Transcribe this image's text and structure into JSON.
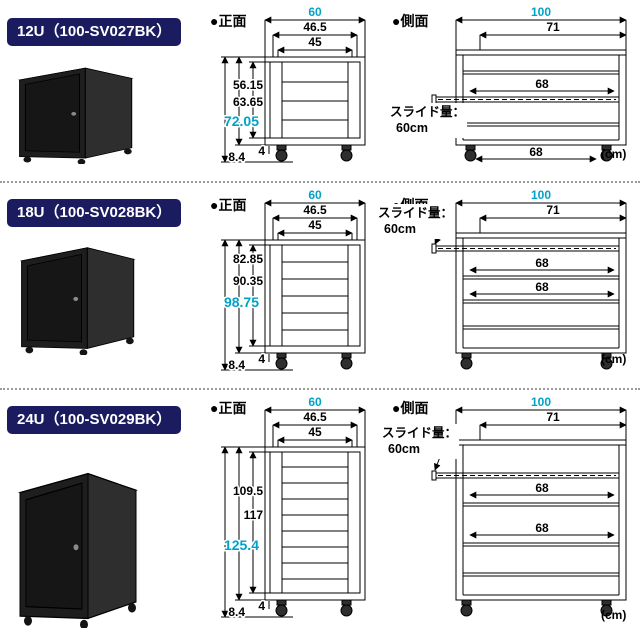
{
  "colors": {
    "badge_bg": "#1b1c60",
    "accent_cyan": "#00a2c8"
  },
  "labels": {
    "front_view": "●正面",
    "side_view": "●側面",
    "slide_label": "スライド量：",
    "slide_value": "60cm",
    "unit": "(cm)"
  },
  "sections": [
    {
      "model": "12U（100-SV027BK）",
      "front": {
        "width_total": "60",
        "width_mid": "46.5",
        "width_inner": "45",
        "height_inner": "56.15",
        "height_mid": "63.65",
        "height_total": "72.05",
        "base_height": "4",
        "caster_height": "8.4"
      },
      "side": {
        "depth_total": "100",
        "depth_top": "71",
        "shelf_depth_upper": "68",
        "shelf_depth_lower": "68"
      }
    },
    {
      "model": "18U（100-SV028BK）",
      "front": {
        "width_total": "60",
        "width_mid": "46.5",
        "width_inner": "45",
        "height_inner": "82.85",
        "height_mid": "90.35",
        "height_total": "98.75",
        "base_height": "4",
        "caster_height": "8.4"
      },
      "side": {
        "depth_total": "100",
        "depth_top": "71",
        "shelf_depth_upper": "68",
        "shelf_depth_lower": "68"
      }
    },
    {
      "model": "24U（100-SV029BK）",
      "front": {
        "width_total": "60",
        "width_mid": "46.5",
        "width_inner": "45",
        "height_inner": "109.5",
        "height_mid": "117",
        "height_total": "125.4",
        "base_height": "4",
        "caster_height": "8.4"
      },
      "side": {
        "depth_total": "100",
        "depth_top": "71",
        "shelf_depth_upper": "68",
        "shelf_depth_lower": "68"
      }
    }
  ]
}
